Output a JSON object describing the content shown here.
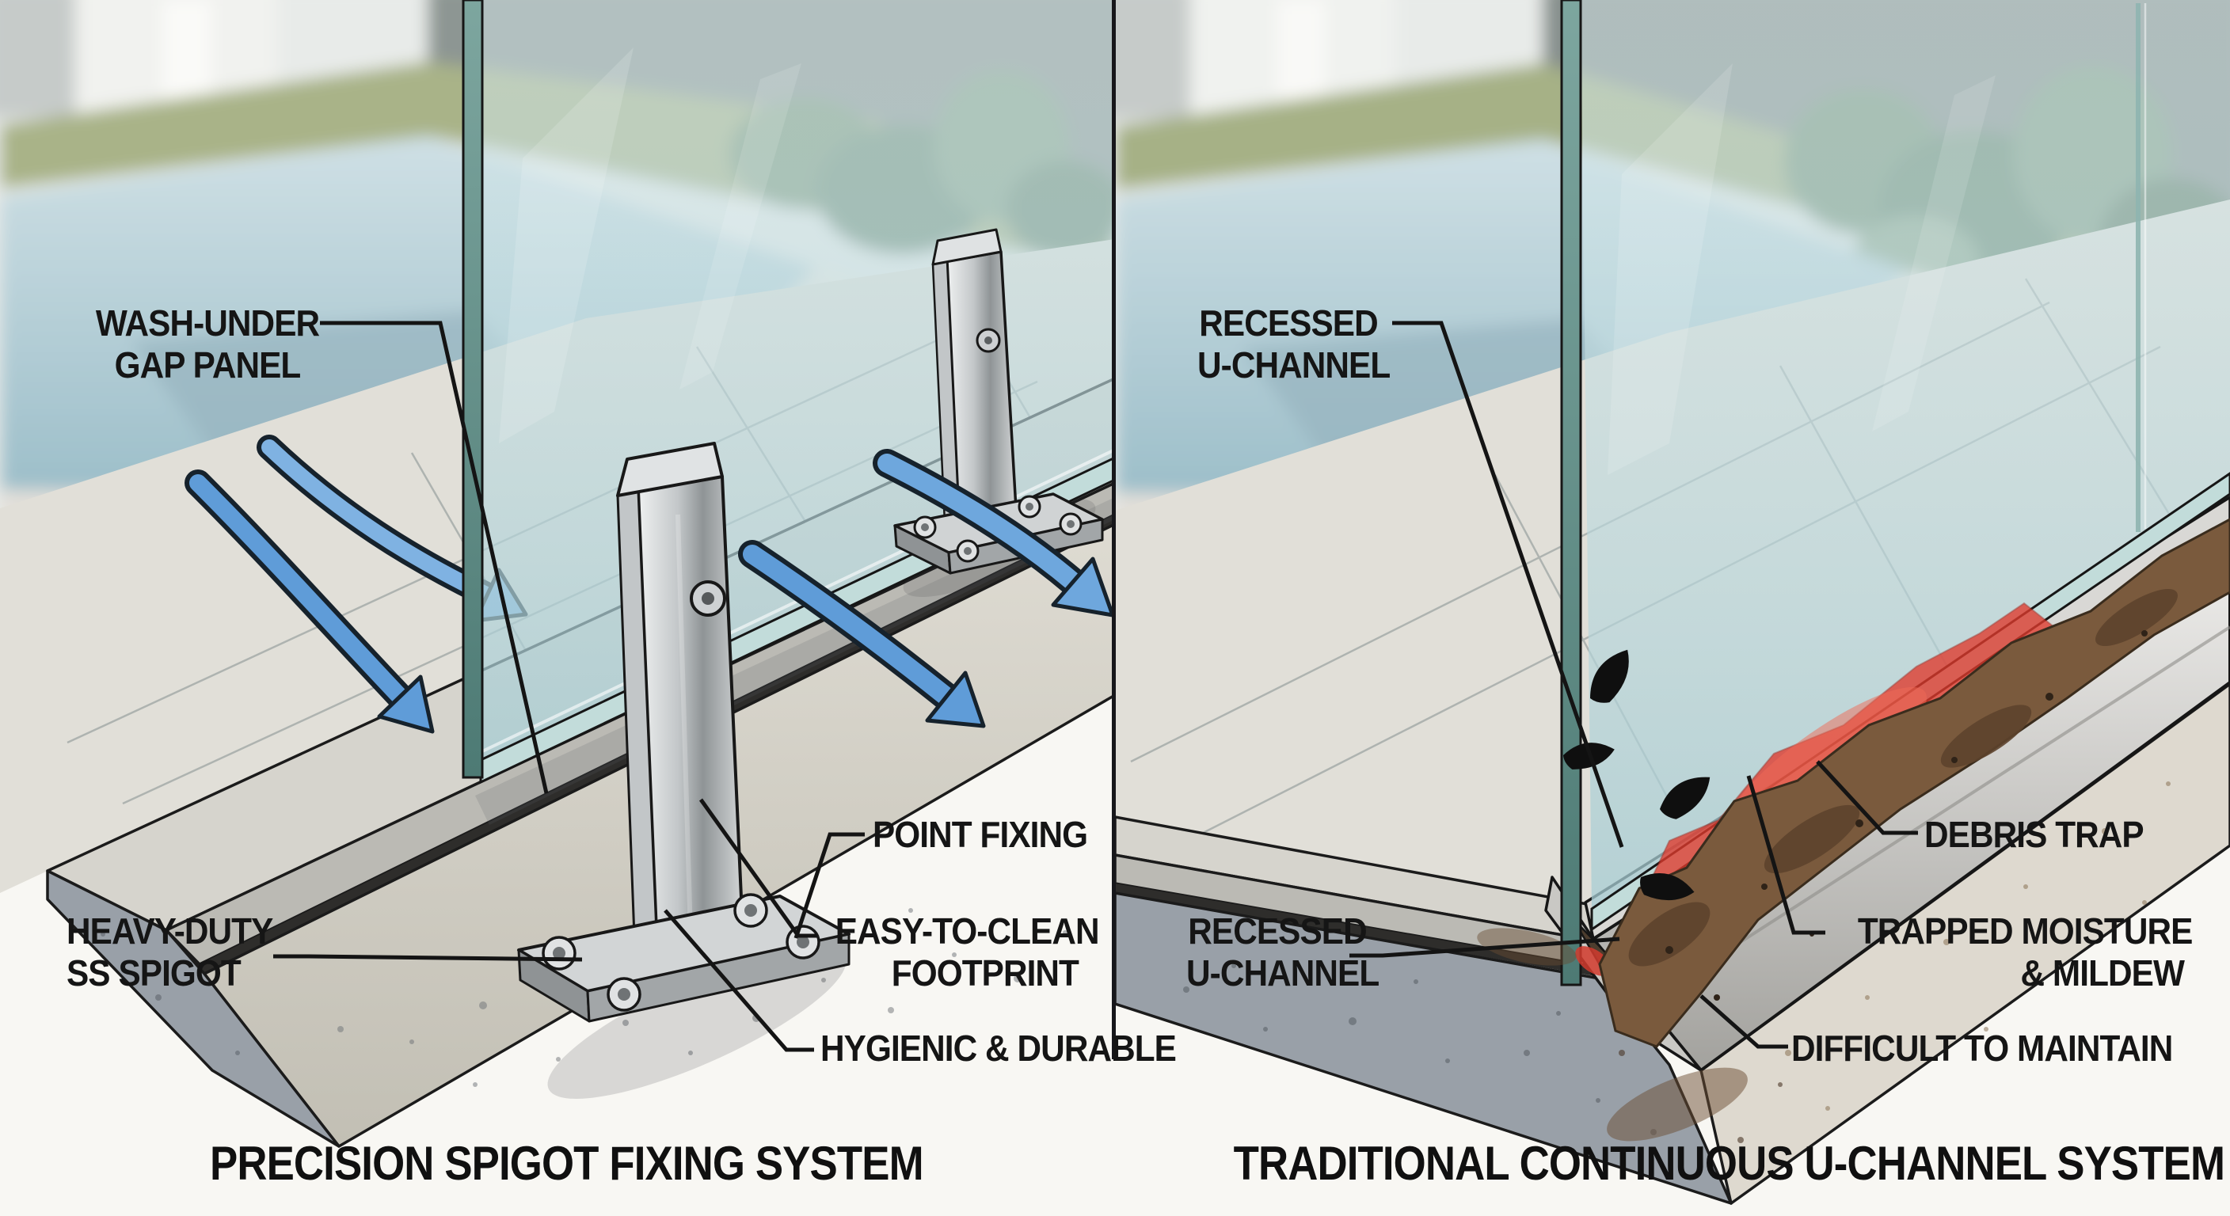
{
  "panels": {
    "left": {
      "title": "PRECISION SPIGOT FIXING SYSTEM",
      "labels": {
        "wash_under": {
          "line1": "WASH-UNDER",
          "line2": "GAP PANEL"
        },
        "heavy_duty": {
          "line1": "HEAVY-DUTY",
          "line2": "SS SPIGOT"
        },
        "point_fixing": {
          "line1": "POINT FIXING"
        },
        "easy_clean": {
          "line1": "EASY-TO-CLEAN",
          "line2": "FOOTPRINT"
        },
        "hygienic": {
          "line1": "HYGIENIC & DURABLE"
        }
      }
    },
    "right": {
      "title": "TRADITIONAL CONTINUOUS U-CHANNEL SYSTEM",
      "labels": {
        "recessed_top": {
          "line1": "RECESSED",
          "line2": "U-CHANNEL"
        },
        "recessed_bottom": {
          "line1": "RECESSED",
          "line2": "U-CHANNEL"
        },
        "debris_trap": {
          "line1": "DEBRIS TRAP"
        },
        "trapped_moisture": {
          "line1": "TRAPPED MOISTURE",
          "line2": "& MILDEW"
        },
        "difficult": {
          "line1": "DIFFICULT TO MAINTAIN"
        }
      }
    }
  },
  "colors": {
    "arrow_blue": "#5f9cd8",
    "alert_red": "#e03a2d",
    "debris_brown": "#7a5a3d",
    "glass_teal": "#6d9b95",
    "concrete_grey": "#9aa0a4",
    "aluminum_grey": "#c9c8c5",
    "line_black": "#141414",
    "page_background": "#f8f7f3"
  },
  "icons": {
    "flow_arrow": "curved-blue-arrow-icon",
    "leaf": "black-leaf-icon"
  }
}
